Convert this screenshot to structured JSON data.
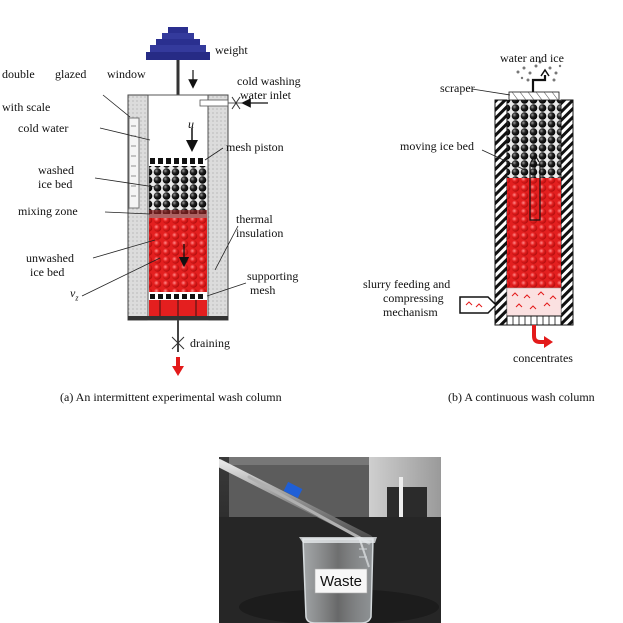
{
  "panel_a": {
    "labels": {
      "weight": "weight",
      "double": "double",
      "glazed": "glazed",
      "window": "window",
      "with_scale": "with scale",
      "cold_water": "cold water",
      "cold_washing_1": "cold washing",
      "cold_washing_2": "water inlet",
      "u": "u",
      "mesh_piston": "mesh piston",
      "washed_1": "washed",
      "washed_2": "ice bed",
      "mixing_zone": "mixing zone",
      "thermal_1": "thermal",
      "thermal_2": "insulation",
      "unwashed_1": "unwashed",
      "unwashed_2": "ice bed",
      "supporting_1": "supporting",
      "supporting_2": "mesh",
      "vz": "v",
      "vz_sub": "z",
      "draining": "draining"
    },
    "caption": "(a) An intermittent experimental wash column"
  },
  "panel_b": {
    "labels": {
      "water_and_ice": "water and ice",
      "scraper": "scraper",
      "moving_ice_bed": "moving ice bed",
      "slurry_1": "slurry feeding and",
      "slurry_2": "compressing",
      "slurry_3": "mechanism",
      "concentrates": "concentrates"
    },
    "caption": "(b)  A continuous wash column"
  },
  "photo": {
    "beaker_label": "Waste"
  },
  "colors": {
    "ice_red": "#e41f1f",
    "ice_dark": "#151515",
    "weight_blue": "#2a2f8f",
    "arrow_red": "#e31a1a",
    "insulation": "#d9d9d9"
  }
}
